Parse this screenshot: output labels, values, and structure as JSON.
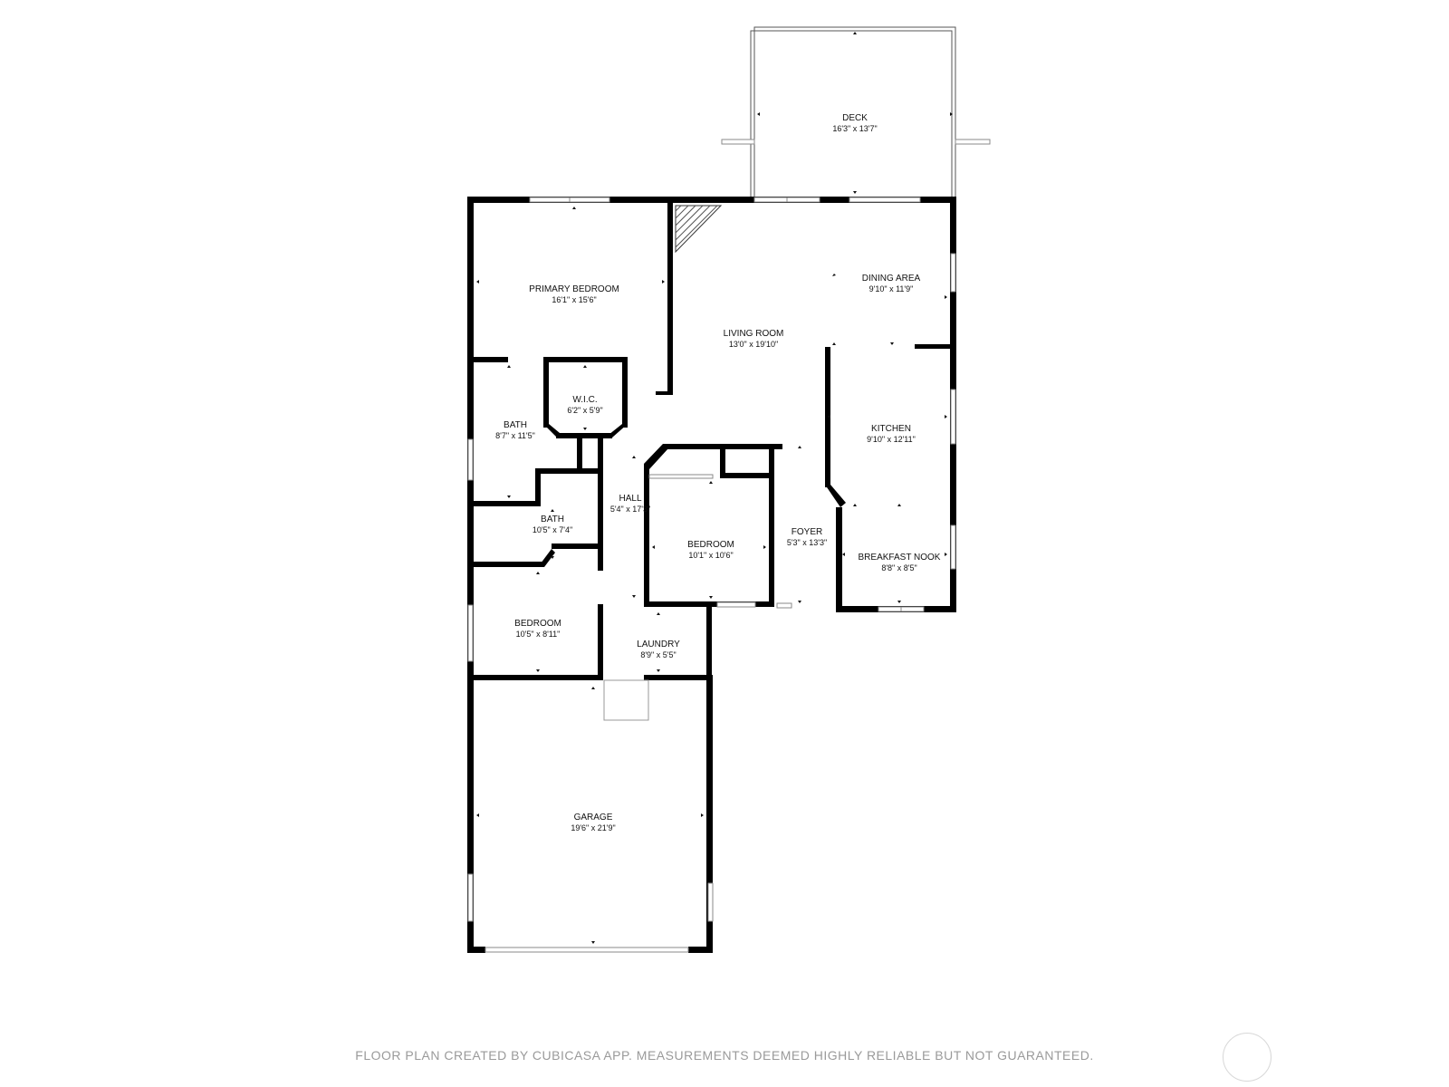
{
  "plan": {
    "rooms": [
      {
        "id": "deck",
        "name": "DECK",
        "dims": "16'3\" x 13'7\""
      },
      {
        "id": "primary-bedroom",
        "name": "PRIMARY BEDROOM",
        "dims": "16'1\" x 15'6\""
      },
      {
        "id": "living-room",
        "name": "LIVING ROOM",
        "dims": "13'0\" x 19'10\""
      },
      {
        "id": "dining-area",
        "name": "DINING AREA",
        "dims": "9'10\" x 11'9\""
      },
      {
        "id": "wic",
        "name": "W.I.C.",
        "dims": "6'2\" x 5'9\""
      },
      {
        "id": "bath-1",
        "name": "BATH",
        "dims": "8'7\" x 11'5\""
      },
      {
        "id": "kitchen",
        "name": "KITCHEN",
        "dims": "9'10\" x 12'11\""
      },
      {
        "id": "hall",
        "name": "HALL",
        "dims": "5'4\" x 17'3\""
      },
      {
        "id": "bath-2",
        "name": "BATH",
        "dims": "10'5\" x 7'4\""
      },
      {
        "id": "bedroom-1",
        "name": "BEDROOM",
        "dims": "10'1\" x 10'6\""
      },
      {
        "id": "foyer",
        "name": "FOYER",
        "dims": "5'3\" x 13'3\""
      },
      {
        "id": "breakfast-nook",
        "name": "BREAKFAST NOOK",
        "dims": "8'8\" x 8'5\""
      },
      {
        "id": "bedroom-2",
        "name": "BEDROOM",
        "dims": "10'5\" x 8'11\""
      },
      {
        "id": "laundry",
        "name": "LAUNDRY",
        "dims": "8'9\" x 5'5\""
      },
      {
        "id": "garage",
        "name": "GARAGE",
        "dims": "19'6\" x 21'9\""
      }
    ]
  },
  "footer": {
    "disclaimer": "FLOOR PLAN CREATED BY CUBICASA APP. MEASUREMENTS DEEMED HIGHLY RELIABLE BUT NOT GUARANTEED."
  },
  "icons": {
    "compass": "compass-icon"
  }
}
